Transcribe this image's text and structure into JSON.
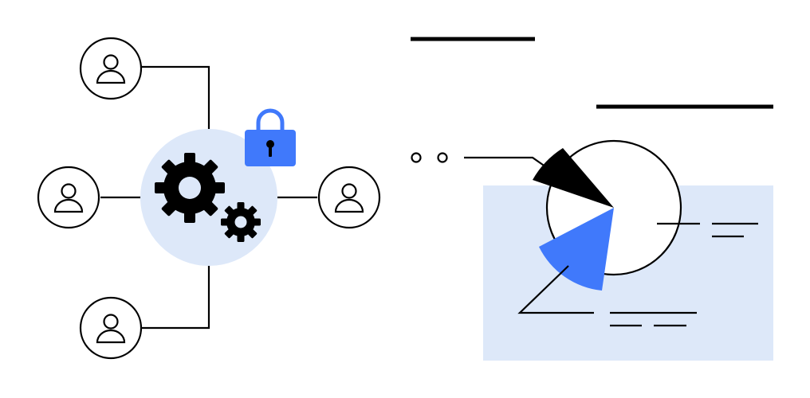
{
  "colors": {
    "background": "#ffffff",
    "ink": "#000000",
    "light_blue": "#dde8f9",
    "accent_blue": "#4079fb"
  },
  "left_cluster": {
    "hub_icon": "gears-icon",
    "lock_icon": "padlock-icon",
    "user_icons": [
      "user-icon",
      "user-icon",
      "user-icon",
      "user-icon"
    ]
  },
  "right_chart": {
    "icon": "pie-chart-icon",
    "decorations": [
      "header-lines",
      "dots",
      "legend-lines"
    ]
  }
}
